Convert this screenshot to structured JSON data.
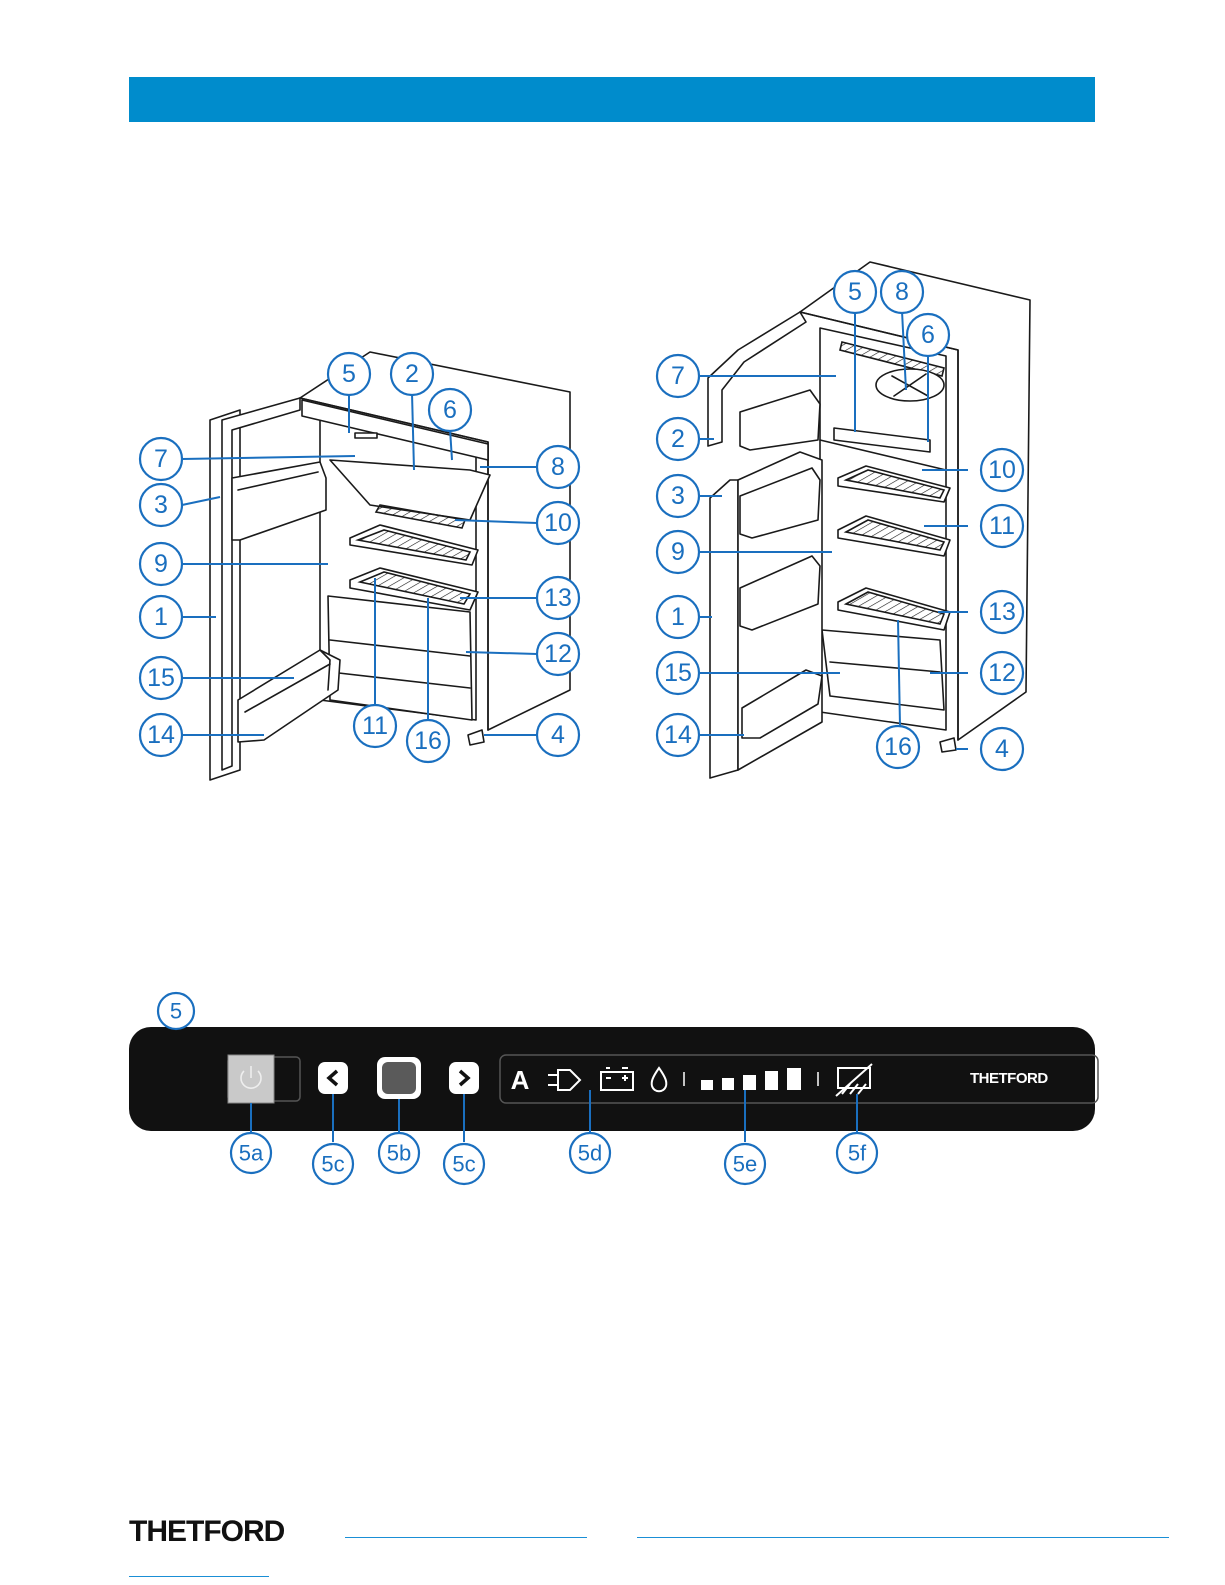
{
  "header": {
    "color": "#008ccc"
  },
  "colors": {
    "accent": "#1a6fbf",
    "brand_blue": "#008ccc",
    "panel": "#111111"
  },
  "fridge_left": {
    "callouts": [
      "5",
      "2",
      "6",
      "7",
      "8",
      "3",
      "10",
      "9",
      "13",
      "1",
      "12",
      "15",
      "14",
      "11",
      "16",
      "4"
    ]
  },
  "fridge_right": {
    "callouts": [
      "5",
      "8",
      "6",
      "7",
      "2",
      "10",
      "3",
      "11",
      "9",
      "1",
      "13",
      "15",
      "12",
      "14",
      "16",
      "4"
    ]
  },
  "control_panel": {
    "callout_main": "5",
    "labels": [
      "5a",
      "5c",
      "5b",
      "5c",
      "5d",
      "5e",
      "5f"
    ],
    "mode_letter": "A",
    "icons": [
      "power-icon",
      "chevron-left-icon",
      "select-button-icon",
      "chevron-right-icon",
      "auto-mode-icon",
      "mains-plug-icon",
      "battery-icon",
      "gas-flame-icon",
      "level-bars-icon",
      "defrost-icon"
    ],
    "brand": "THETFORD"
  },
  "footer": {
    "brand": "THETFORD"
  }
}
